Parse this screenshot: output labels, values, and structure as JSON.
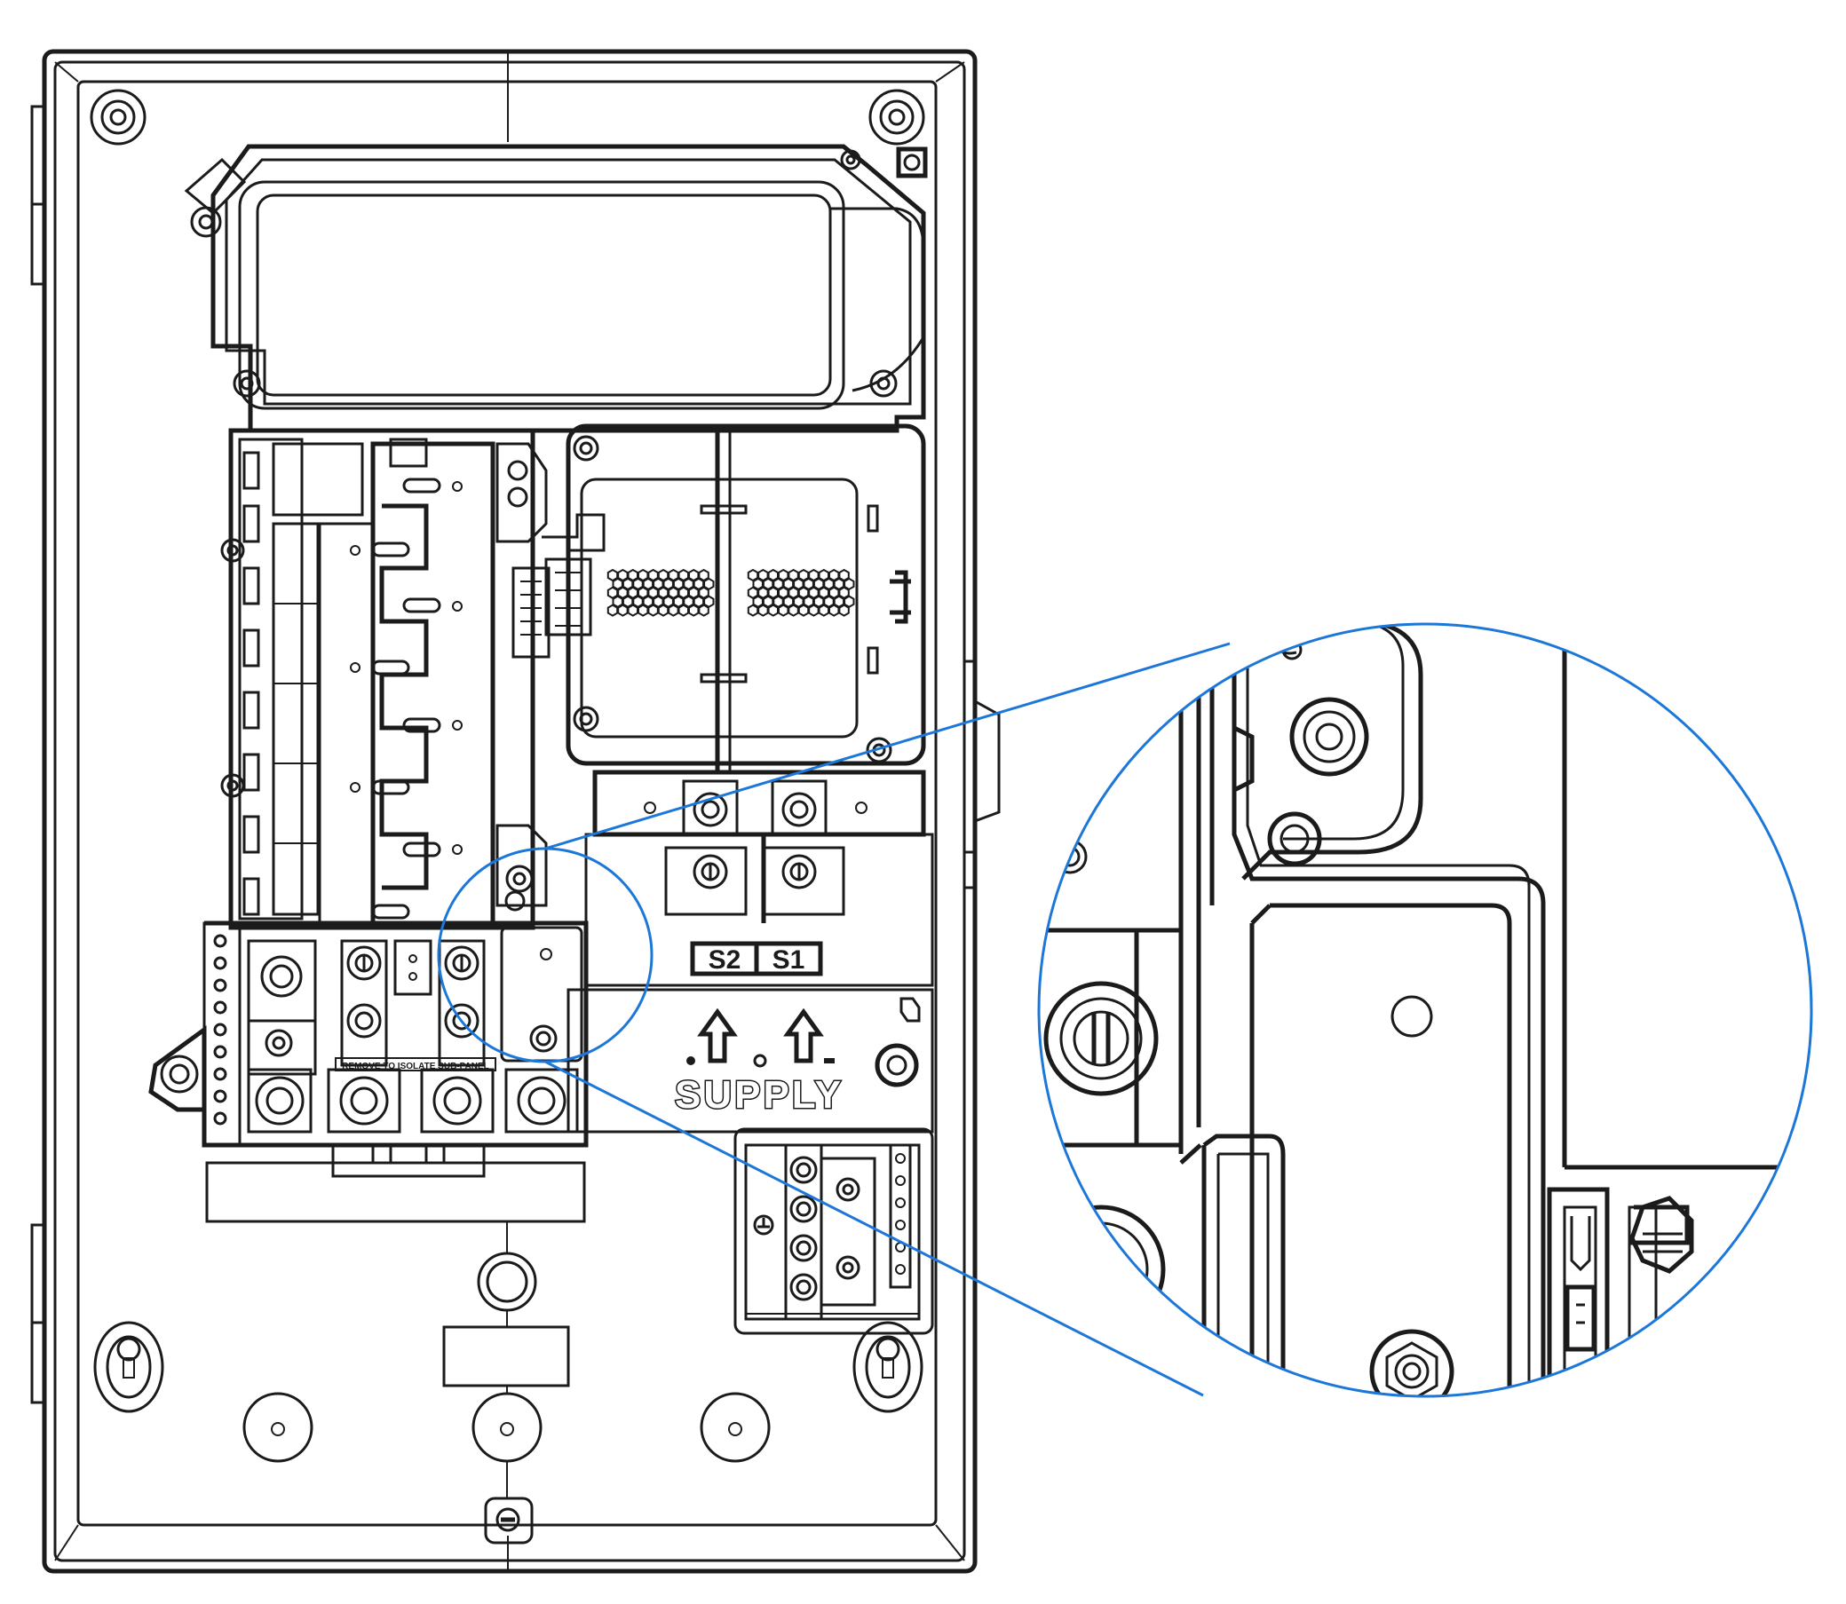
{
  "labels": {
    "s2": "S2",
    "s1": "S1",
    "supply": "SUPPLY",
    "isolate": "REMOVE TO ISOLATE SUB-PANEL"
  },
  "colors": {
    "line": "#1b1b1b",
    "callout": "#1c77d8",
    "background": "#ffffff"
  },
  "icons": {
    "supply_arrow": "up-arrow-icon",
    "ground": "ground-symbol-icon",
    "screw": "screw-icon"
  }
}
